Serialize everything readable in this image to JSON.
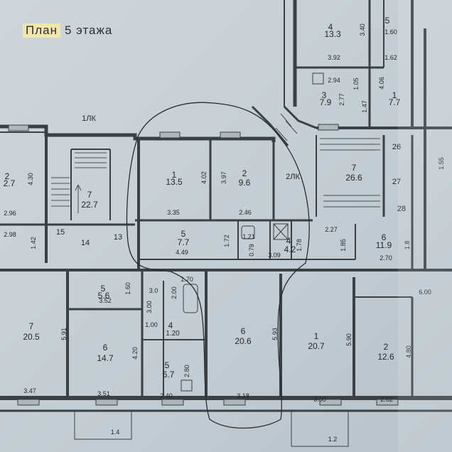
{
  "title": {
    "highlight": "План",
    "rest": "5 этажа"
  },
  "corridors": {
    "lk1": "1ЛК",
    "lk2": "2ЛК"
  },
  "rooms": [
    {
      "num": "4",
      "area": "13.3"
    },
    {
      "num": "5",
      "area": "1.60"
    },
    {
      "num": "2",
      "area": "2.7"
    },
    {
      "num": "7",
      "area": "22.7"
    },
    {
      "num": "1",
      "area": "13.5"
    },
    {
      "num": "2",
      "area": "9.6"
    },
    {
      "num": "3",
      "area": "7.9"
    },
    {
      "num": "1",
      "area": "7.7"
    },
    {
      "num": "7",
      "area": "26.6"
    },
    {
      "num": "5",
      "area": "7.7"
    },
    {
      "num": "4",
      "area": "4.2"
    },
    {
      "num": "6",
      "area": "11.9"
    },
    {
      "num": "5",
      "area": "5.6"
    },
    {
      "num": "7",
      "area": "20.5"
    },
    {
      "num": "6",
      "area": "14.7"
    },
    {
      "num": "6",
      "area": "20.6"
    },
    {
      "num": "1",
      "area": "20.7"
    },
    {
      "num": "2",
      "area": "12.6"
    },
    {
      "num": "5",
      "area": "6.7"
    },
    {
      "num": "4",
      "area": "1.20"
    }
  ],
  "dims": [
    "3.40",
    "3.92",
    "1.62",
    "2.94",
    "4.06",
    "2.77",
    "1.47",
    "1.05",
    "4.30",
    "2.96",
    "2.98",
    "1.42",
    "15",
    "14",
    "13",
    "3.35",
    "4.02",
    "3.97",
    "2.46",
    "1.72",
    "1.21",
    "0.79",
    "3.09",
    "1.78",
    "2.27",
    "1.85",
    "1.8",
    "2.70",
    "26",
    "27",
    "28",
    "3.52",
    "1.60",
    "3.0",
    "3.00",
    "2.00",
    "1.70",
    "1.00",
    "5.91",
    "4.20",
    "3.47",
    "3.51",
    "2.40",
    "2.80",
    "3.18",
    "5.93",
    "3.50",
    "5.90",
    "2.62",
    "4.80",
    "6.00",
    "1.4",
    "1.2",
    "1.55",
    "4.49"
  ]
}
